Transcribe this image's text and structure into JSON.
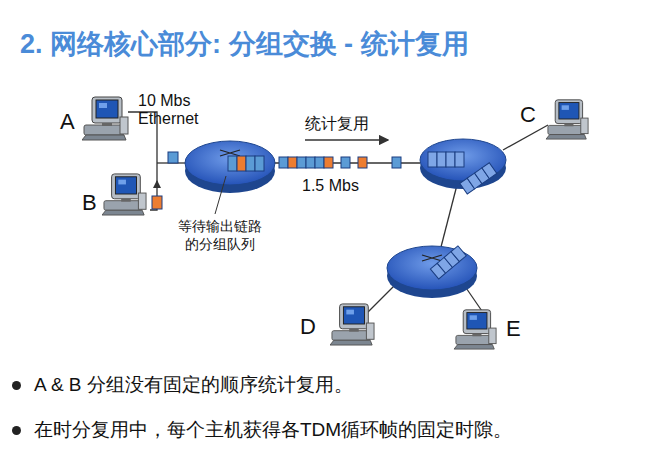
{
  "diagram": {
    "title": "2. 网络核心部分: 分组交换 - 统计复用",
    "nodes": [
      {
        "text": [
          "A"
        ]
      },
      {
        "text": [
          "B"
        ]
      },
      {
        "text": [
          "C"
        ]
      },
      {
        "text": [
          "D"
        ]
      },
      {
        "text": [
          "E"
        ]
      }
    ],
    "labels": [
      "10 Mbs Ethernet",
      "统计复用",
      "1.5 Mbs",
      "等待输出链路 的分组队列",
      "A & B 分组没有固定的顺序统计复用。",
      "在时分复用中，每个主机获得各TDM循环帧的固定时隙。"
    ]
  }
}
